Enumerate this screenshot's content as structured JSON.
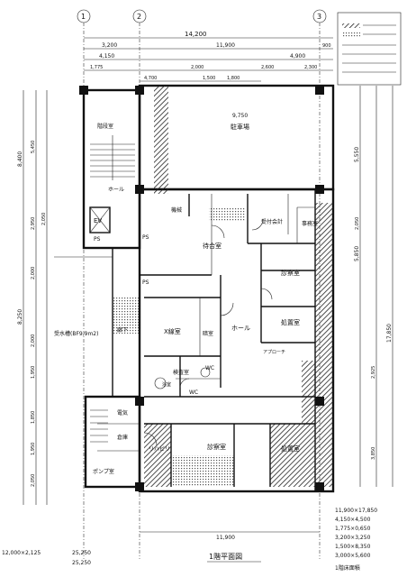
{
  "grid_labels": [
    "1",
    "2",
    "3"
  ],
  "top_dims": {
    "total": "14,200",
    "row2": [
      "3,200",
      "11,900",
      "900"
    ],
    "row3": [
      "4,150",
      "4,900"
    ],
    "row4": [
      "1,775",
      "4,700",
      "2,000",
      "1,500",
      "1,800",
      "2,600",
      "2,300"
    ]
  },
  "left_dims": [
    "8,400",
    "5,450",
    "2,950",
    "2,050",
    "2,000",
    "8,250",
    "2,000",
    "1,950",
    "1,850",
    "1,950",
    "2,050"
  ],
  "right_dims": [
    "5,550",
    "2,050",
    "5,850",
    "2,925",
    "17,850",
    "3,850"
  ],
  "rooms": {
    "stair": "階段室",
    "parking_area": "9,750",
    "parking": "駐車場",
    "hall_top": "ホール",
    "ev": "EV",
    "ps1": "PS",
    "ps2": "PS",
    "ps3": "PS",
    "mech": "機械",
    "reception_wait": "受付会計",
    "wait": "待合室",
    "consult1": "診察室",
    "office": "事務室",
    "treat1": "処置室",
    "xray": "X線室",
    "dark": "暗室",
    "hall": "ホール",
    "exam": "検査室",
    "wc": "WC",
    "wc2": "WC",
    "bath": "浴室",
    "corridor": "廊下",
    "water_tank": "受水槽(BF9,9m2)",
    "consult2": "診察室",
    "treat2": "処置室",
    "rehab": "リハビリ",
    "pump": "ポンプ室",
    "storage": "倉庫",
    "ele": "電気",
    "approach": "アプローチ"
  },
  "bottom": {
    "total": "11,900",
    "title": "1階平面図",
    "area_left1": "12,000×2,125",
    "area_left2": "25,250",
    "area_left3": "25,250"
  },
  "legend_bottom_right": [
    "11,900×17,850",
    "4,150×4,500",
    "1,775×0,650",
    "3,200×3,250",
    "1,500×8,350",
    "3,000×5,600"
  ],
  "legend_caption": "1階床面積"
}
